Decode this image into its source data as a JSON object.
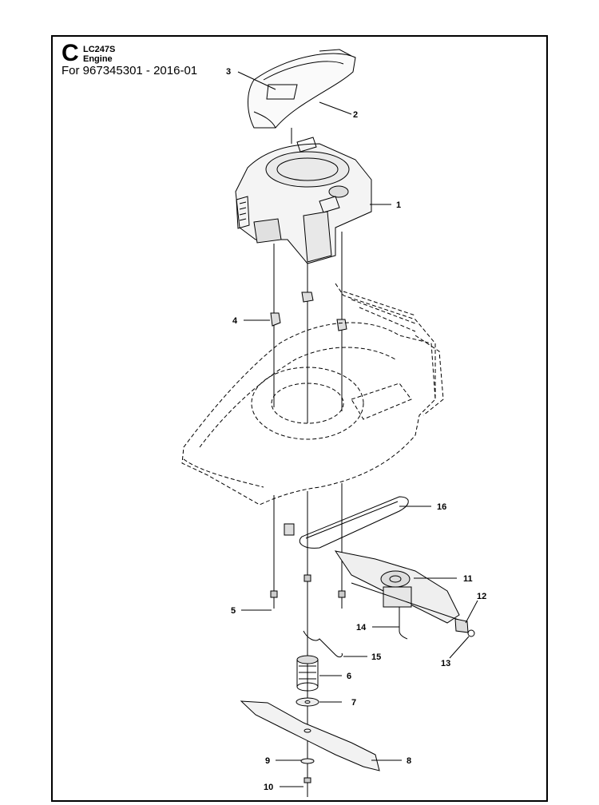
{
  "header": {
    "section_letter": "C",
    "model": "LC247S",
    "title": "Engine",
    "serial": "For 967345301 - 2016-01"
  },
  "callouts": [
    {
      "id": "c1",
      "label": "1",
      "part": "engine"
    },
    {
      "id": "c2",
      "label": "2",
      "part": "engine-cover"
    },
    {
      "id": "c3",
      "label": "3",
      "part": "cover-emblem"
    },
    {
      "id": "c4",
      "label": "4",
      "part": "spacer"
    },
    {
      "id": "c5",
      "label": "5",
      "part": "engine-bolt"
    },
    {
      "id": "c6",
      "label": "6",
      "part": "blade-adapter"
    },
    {
      "id": "c7",
      "label": "7",
      "part": "washer"
    },
    {
      "id": "c8",
      "label": "8",
      "part": "blade"
    },
    {
      "id": "c9",
      "label": "9",
      "part": "blade-washer"
    },
    {
      "id": "c10",
      "label": "10",
      "part": "blade-bolt"
    },
    {
      "id": "c11",
      "label": "11",
      "part": "transmission"
    },
    {
      "id": "c12",
      "label": "12",
      "part": "drive-pinion"
    },
    {
      "id": "c13",
      "label": "13",
      "part": "retaining-ring"
    },
    {
      "id": "c14",
      "label": "14",
      "part": "drive-rod"
    },
    {
      "id": "c15",
      "label": "15",
      "part": "spring"
    },
    {
      "id": "c16",
      "label": "16",
      "part": "drive-belt"
    }
  ]
}
